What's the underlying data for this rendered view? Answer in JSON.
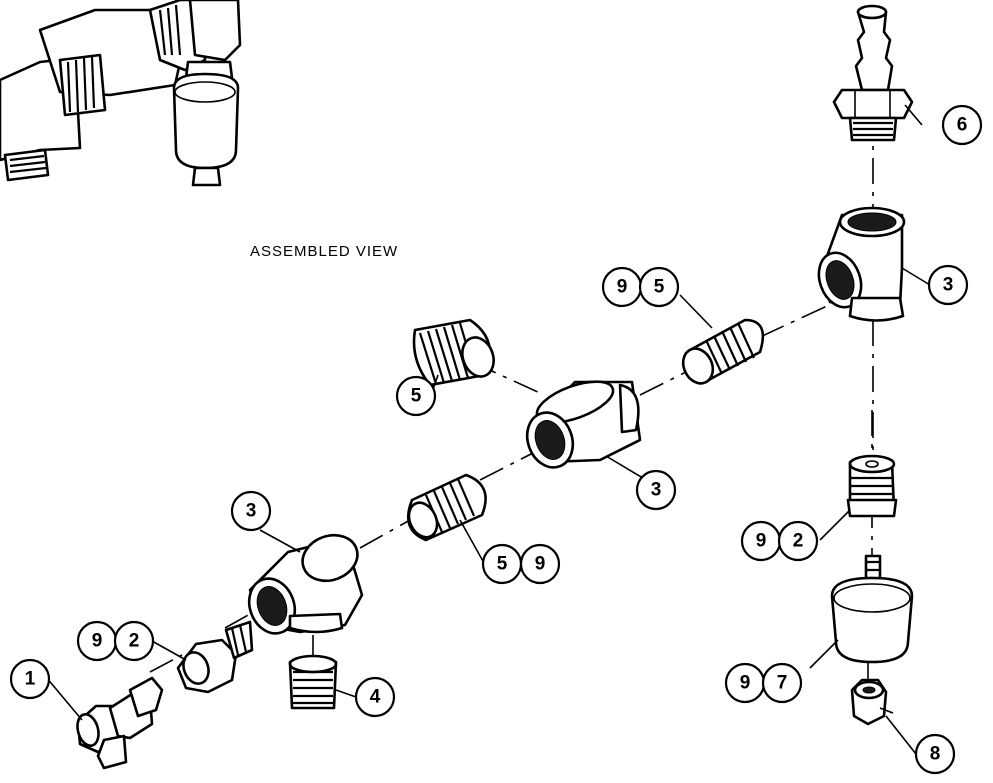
{
  "caption": "ASSEMBLED VIEW",
  "callouts": {
    "c1": "1",
    "c2a": "9",
    "c2b": "2",
    "c3a": "3",
    "c4": "4",
    "c5a": "5",
    "c5b": "9",
    "c3b": "3",
    "c5c": "5",
    "c9a": "9",
    "c5d": "5",
    "c3c": "3",
    "c6": "6",
    "c9b": "9",
    "c2c": "2",
    "c9c": "9",
    "c7": "7",
    "c8": "8"
  }
}
